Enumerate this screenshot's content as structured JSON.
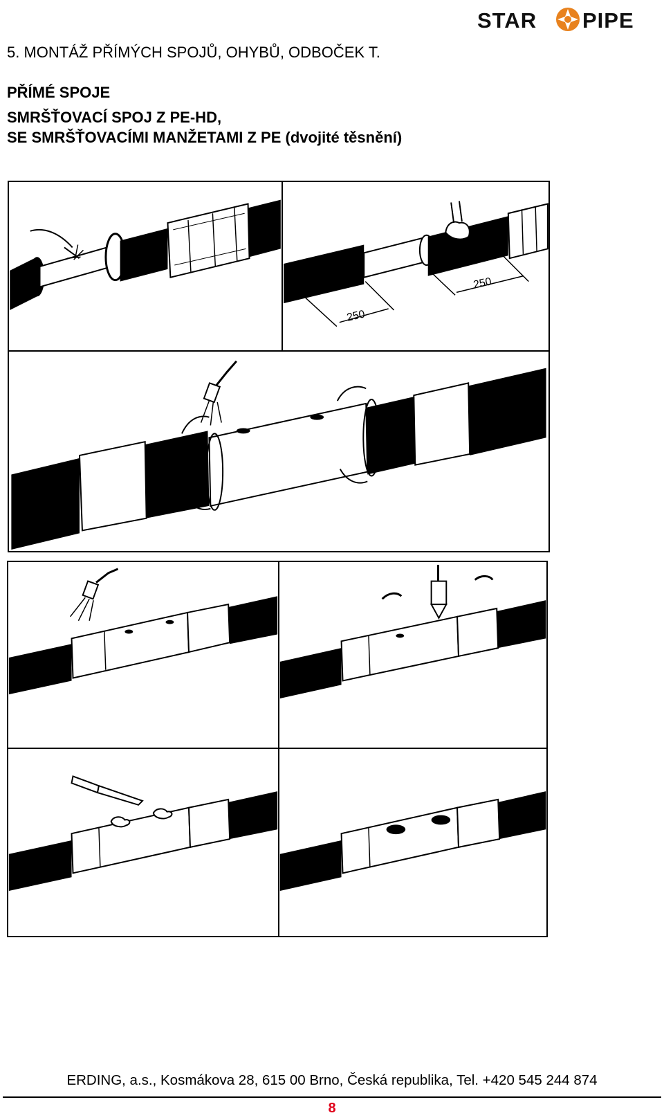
{
  "brand": {
    "logo_left": "STAR",
    "logo_right": "PIPE",
    "accent_color": "#e8821e"
  },
  "document": {
    "section_title": "5. MONTÁŽ PŘÍMÝCH SPOJŮ, OHYBŮ, ODBOČEK T.",
    "subheading_1": "PŘÍMÉ SPOJE",
    "subheading_2": "SMRŠŤOVACÍ SPOJ Z PE-HD,",
    "subheading_3": "SE SMRŠŤOVACÍMI MANŽETAMI Z PE (dvojité těsnění)"
  },
  "illustrations": {
    "dimension_label": "250",
    "icons": [
      "welding-spark-icon",
      "hand-icon",
      "torch-icon",
      "rotation-arrow-icon",
      "foam-plug-icon",
      "knife-icon"
    ]
  },
  "footer": {
    "address": "ERDING, a.s., Kosmákova 28, 615 00 Brno, Česká republika, Tel. +420 545 244 874",
    "page_number": "8"
  }
}
